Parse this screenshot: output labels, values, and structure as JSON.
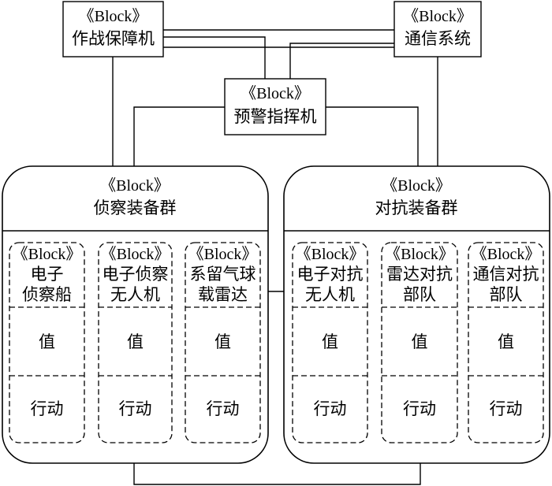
{
  "top_blocks": {
    "combat_support": {
      "stereotype": "《Block》",
      "name": "作战保障机"
    },
    "communication": {
      "stereotype": "《Block》",
      "name": "通信系统"
    },
    "early_warning": {
      "stereotype": "《Block》",
      "name": "预警指挥机"
    }
  },
  "groups": {
    "recon": {
      "stereotype": "《Block》",
      "name": "侦察装备群",
      "parts": [
        {
          "stereotype": "《Block》",
          "name_lines": [
            "电子",
            "侦察船"
          ],
          "value": "值",
          "action": "行动"
        },
        {
          "stereotype": "《Block》",
          "name_lines": [
            "电子侦察",
            "无人机"
          ],
          "value": "值",
          "action": "行动"
        },
        {
          "stereotype": "《Block》",
          "name_lines": [
            "系留气球",
            "载雷达"
          ],
          "value": "值",
          "action": "行动"
        }
      ]
    },
    "counter": {
      "stereotype": "《Block》",
      "name": "对抗装备群",
      "parts": [
        {
          "stereotype": "《Block》",
          "name_lines": [
            "电子对抗",
            "无人机"
          ],
          "value": "值",
          "action": "行动"
        },
        {
          "stereotype": "《Block》",
          "name_lines": [
            "雷达对抗",
            "部队"
          ],
          "value": "值",
          "action": "行动"
        },
        {
          "stereotype": "《Block》",
          "name_lines": [
            "通信对抗",
            "部队"
          ],
          "value": "值",
          "action": "行动"
        }
      ]
    }
  }
}
